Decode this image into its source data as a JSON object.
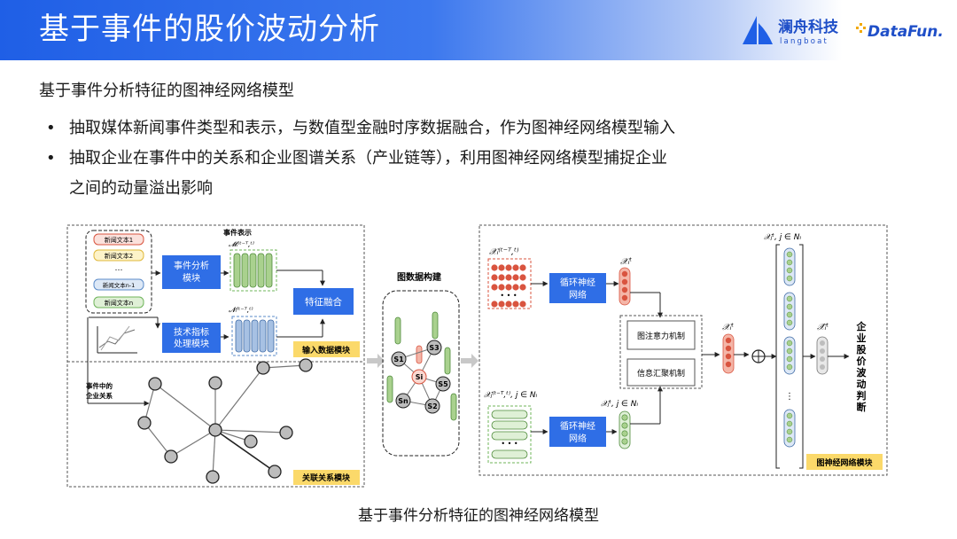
{
  "header": {
    "title": "基于事件的股价波动分析",
    "logo_main": "澜舟科技",
    "logo_sub": "langboat",
    "logo_right": "DataFun."
  },
  "subtitle": "基于事件分析特征的图神经网络模型",
  "bullets": [
    "抽取媒体新闻事件类型和表示，与数值型金融时序数据融合，作为图神经网络模型输入",
    "抽取企业在事件中的关系和企业图谱关系（产业链等），利用图神经网络模型捕捉企业",
    "之间的动量溢出影响"
  ],
  "diagram": {
    "news_items": [
      "新闻文本1",
      "新闻文本2",
      "…",
      "新闻文本n-1",
      "新闻文本n"
    ],
    "event_repr_label": "事件表示",
    "event_module": "事件分析\n模块",
    "tech_module": "技术指标\n处理模块",
    "fusion": "特征融合",
    "input_module": "输入数据模块",
    "enterprise_relation": "事件中的\n企业关系",
    "relation_module": "关联关系模块",
    "graph_build": "图数据构建",
    "rnn1": "循环神经\n网络",
    "rnn2": "循环神经\n网络",
    "attention": "图注意力机制",
    "aggregation": "信息汇聚机制",
    "gnn_module": "图神经网络模块",
    "output": "企业股价波动判断",
    "math_M": "M_i^(t−T,t)",
    "math_N": "N_i^(t−T,t)",
    "math_xi_window": "x_i^(t−T,t)",
    "math_xj_window": "x_j^(t−T,t), j ∈ N_i",
    "math_xi_t": "x_i^t",
    "math_xj_t": "x_j^t, j ∈ N_i",
    "math_xi_out": "x_i^t",
    "math_xi_hat": "x̂_i^t",
    "math_xj_top": "x_j^t, j ∈ N_i",
    "graph_nodes": [
      "S1",
      "S3",
      "Si",
      "S5",
      "Sn",
      "S2"
    ]
  },
  "caption": "基于事件分析特征的图神经网络模型",
  "colors": {
    "blue_box": "#2f6ee6",
    "label_yellow": "#fbd96a",
    "green_cells": "#6fb45a",
    "blue_cells": "#5b8bc9",
    "red_cells": "#d9543f",
    "gray_nodes": "#bdbdbd"
  }
}
